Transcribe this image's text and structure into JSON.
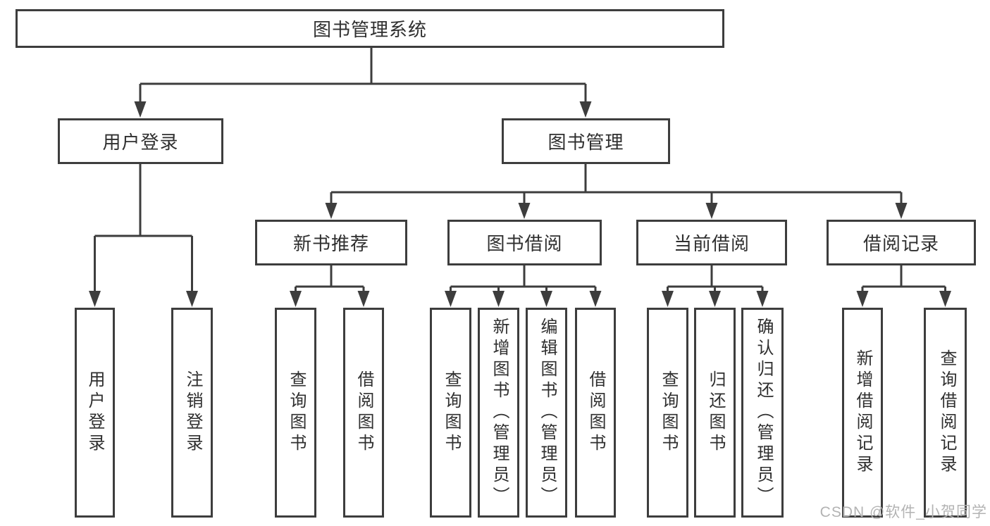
{
  "tree": {
    "label": "图书管理系统",
    "children": [
      {
        "label": "用户登录",
        "children": [
          {
            "label": "用户登录"
          },
          {
            "label": "注销登录"
          }
        ]
      },
      {
        "label": "图书管理",
        "children": [
          {
            "label": "新书推荐",
            "children": [
              {
                "label": "查询图书"
              },
              {
                "label": "借阅图书"
              }
            ]
          },
          {
            "label": "图书借阅",
            "children": [
              {
                "label": "查询图书"
              },
              {
                "label": "新增图书（管理员）"
              },
              {
                "label": "编辑图书（管理员）"
              },
              {
                "label": "借阅图书"
              }
            ]
          },
          {
            "label": "当前借阅",
            "children": [
              {
                "label": "查询图书"
              },
              {
                "label": "归还图书"
              },
              {
                "label": "确认归还（管理员）"
              }
            ]
          },
          {
            "label": "借阅记录",
            "children": [
              {
                "label": "新增借阅记录"
              },
              {
                "label": "查询借阅记录"
              }
            ]
          }
        ]
      }
    ]
  },
  "watermark": {
    "text": "CSDN @软件_小贺同学"
  },
  "colors": {
    "line": "#3d3d3d",
    "text": "#2f2f2f",
    "watermark": "#b3b3b3",
    "background": "#ffffff"
  }
}
